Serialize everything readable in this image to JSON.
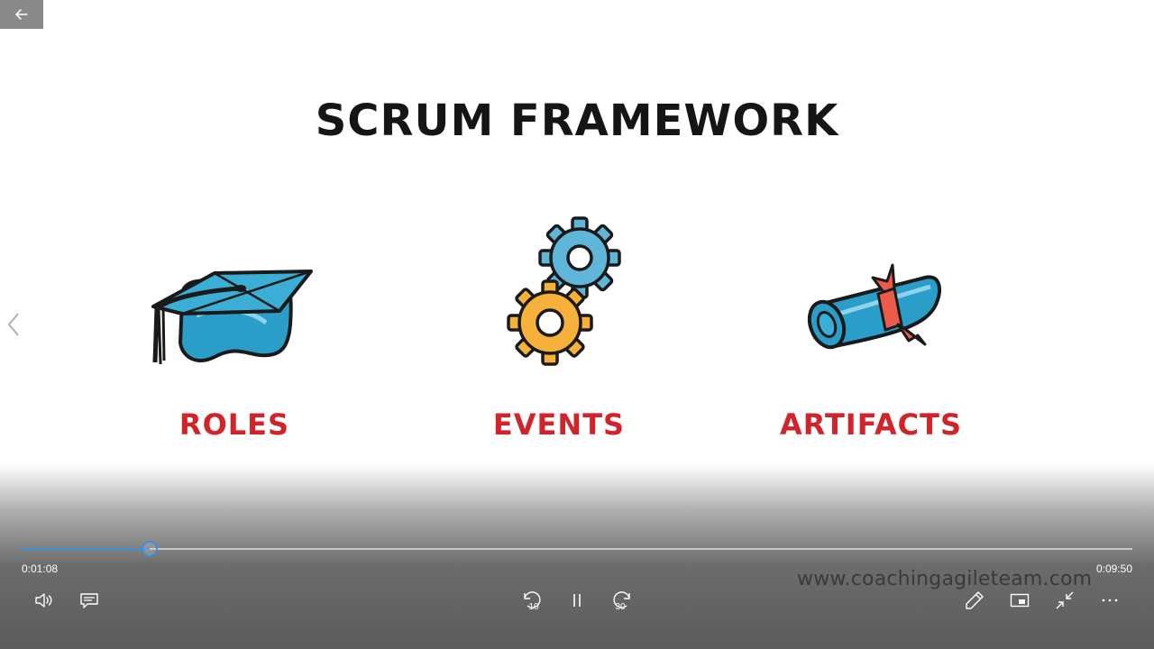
{
  "slide": {
    "title": "SCRUM FRAMEWORK",
    "items": [
      {
        "label": "ROLES",
        "icon": "graduation-cap-icon"
      },
      {
        "label": "EVENTS",
        "icon": "gears-icon"
      },
      {
        "label": "ARTIFACTS",
        "icon": "scroll-icon"
      }
    ],
    "watermark": "www.coachingagileteam.com"
  },
  "player": {
    "elapsed": "0:01:08",
    "total": "0:09:50",
    "progress": 0.1153,
    "skip_back_seconds": "10",
    "skip_forward_seconds": "30",
    "state": "playing"
  },
  "colors": {
    "accent": "#3b8fe0",
    "label_red": "#d2232a",
    "title_black": "#151515",
    "cap_blue": "#2a9ec9",
    "gear_blue": "#5fb6d8",
    "gear_orange": "#f6b13b"
  },
  "controls": [
    "back-arrow-icon",
    "previous-arrow-icon",
    "volume-icon",
    "subtitles-icon",
    "skip-back-10-icon",
    "pause-icon",
    "skip-forward-30-icon",
    "pen-icon",
    "mini-view-icon",
    "exit-fullscreen-icon",
    "more-icon"
  ]
}
